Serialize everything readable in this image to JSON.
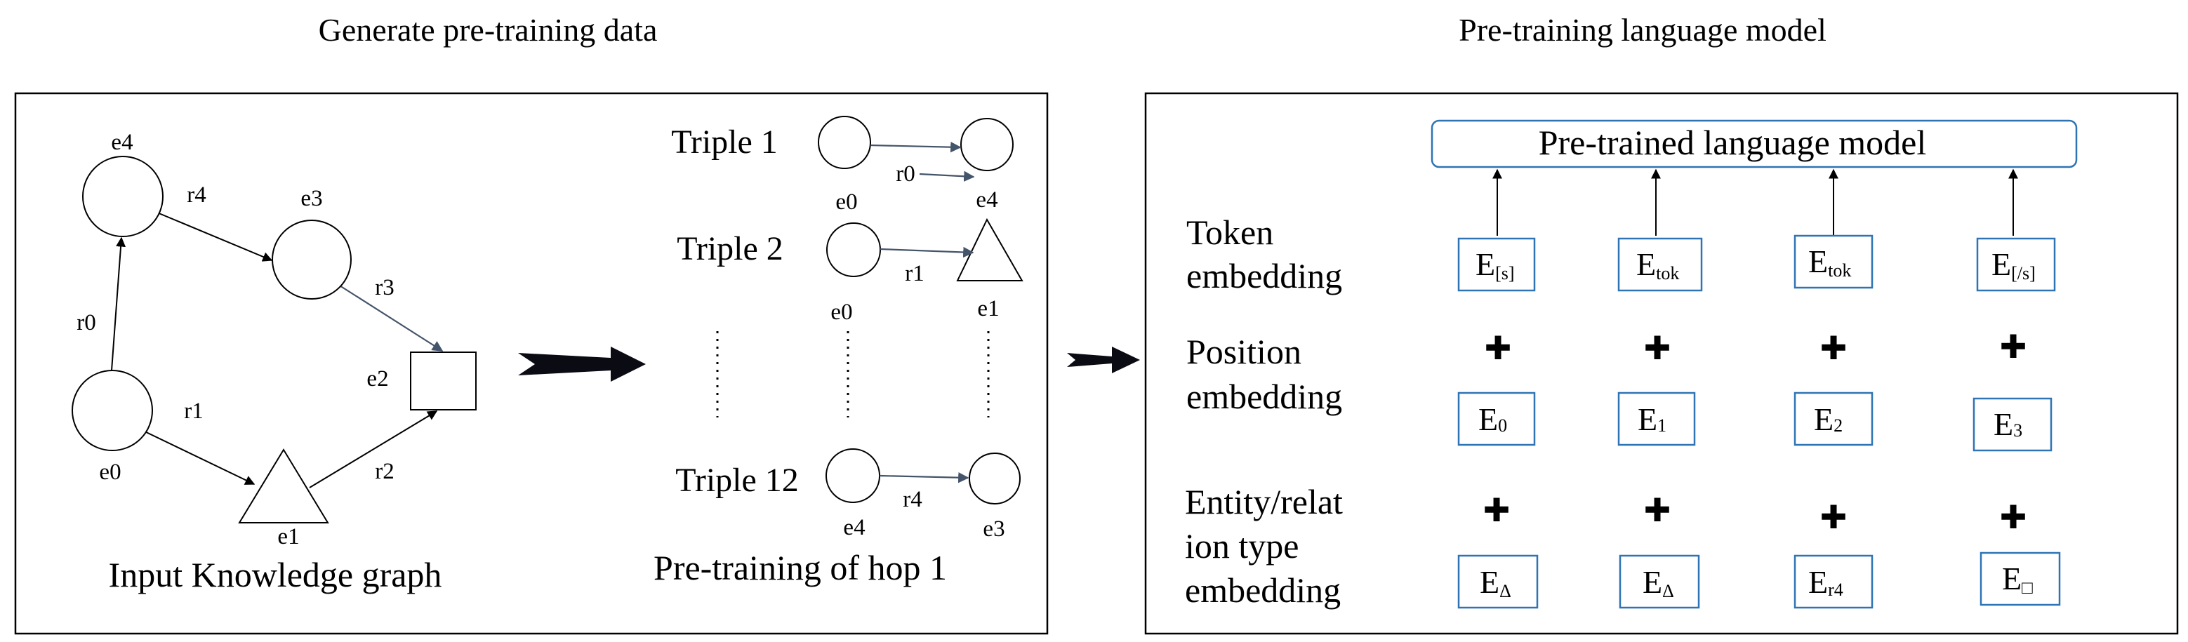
{
  "titles": {
    "left": "Generate pre-training data",
    "right": "Pre-training language model"
  },
  "knowledge_graph": {
    "caption": "Input Knowledge graph",
    "nodes": {
      "e0": "e0",
      "e1": "e1",
      "e2": "e2",
      "e3": "e3",
      "e4": "e4"
    },
    "edges": {
      "r0": "r0",
      "r1": "r1",
      "r2": "r2",
      "r3": "r3",
      "r4": "r4"
    }
  },
  "triples": {
    "caption": "Pre-training of hop 1",
    "items": [
      {
        "label": "Triple 1",
        "head": "e0",
        "relation": "r0",
        "tail": "e4"
      },
      {
        "label": "Triple 2",
        "head": "e0",
        "relation": "r1",
        "tail": "e1"
      },
      {
        "label": "Triple 12",
        "head": "e4",
        "relation": "r4",
        "tail": "e3"
      }
    ]
  },
  "model": {
    "plm_label": "Pre-trained language model",
    "rows": [
      {
        "label_line1": "Token",
        "label_line2": "embedding"
      },
      {
        "label_line1": "Position",
        "label_line2": "embedding"
      },
      {
        "label_line1": "Entity/relat",
        "label_line2": "ion type",
        "label_line3": "embedding"
      }
    ],
    "token_embeddings": [
      {
        "main": "E",
        "sub": "[s]"
      },
      {
        "main": "E",
        "sub": "tok"
      },
      {
        "main": "E",
        "sub": "tok"
      },
      {
        "main": "E",
        "sub": "[/s]"
      }
    ],
    "position_embeddings": [
      {
        "main": "E",
        "sub": "0"
      },
      {
        "main": "E",
        "sub": "1"
      },
      {
        "main": "E",
        "sub": "2"
      },
      {
        "main": "E",
        "sub": "3"
      }
    ],
    "type_embeddings": [
      {
        "main": "E",
        "sub": "Δ"
      },
      {
        "main": "E",
        "sub": "Δ"
      },
      {
        "main": "E",
        "sub": "r4"
      },
      {
        "main": "E",
        "sub": "□"
      }
    ],
    "plus_symbol": "✚"
  }
}
